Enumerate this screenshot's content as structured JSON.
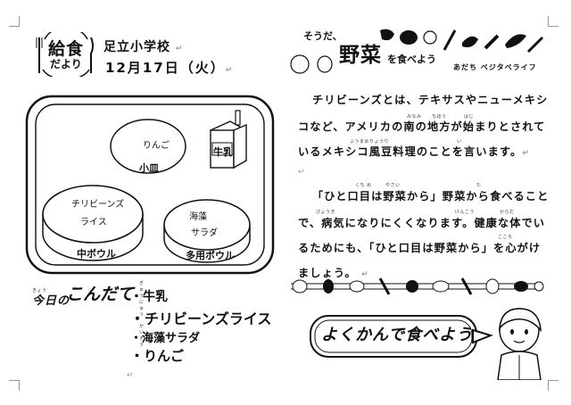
{
  "header": {
    "badge_title": "給食",
    "badge_subtitle": "だより",
    "school": "足立小学校",
    "date": "12月17日（火）"
  },
  "tray": {
    "apple": "りんご",
    "small_plate": "小皿",
    "milk": "牛乳",
    "rice": "チリビーンズ",
    "rice2": "ライス",
    "middle_bowl": "中ボウル",
    "seaweed": "海藻",
    "salad": "サラダ",
    "multi_bowl": "多用ボウル"
  },
  "menu": {
    "logo_kanji": "今日の",
    "logo_kana": "こんだて",
    "ruby_kyou": "きょう",
    "items": [
      "・牛乳",
      "・チリビーンズライス",
      "・海藻サラダ",
      "・りんご"
    ],
    "ruby_gyunyu": "ぎゅうにゅう",
    "ruby_kaiso": "かいそう"
  },
  "column": {
    "soda": "そうだ、",
    "title": "野菜",
    "wo": "を食べよう",
    "brand": "あだち ベジタベライフ",
    "para1": [
      "チリビーンズとは、テキサスやニューメキシ",
      "コなど、アメリカの南の地方が始まりとされて",
      "いるメキシコ風豆料理のことを言います。"
    ],
    "para2": [
      "「ひと口目は野菜から」野菜から食べること",
      "で、病気になりにくくなります。健康な体でい",
      "るためにも、「ひと口目は野菜から」を心がけ",
      "ましょう。"
    ],
    "ruby_minami": "みなみ",
    "ruby_chihou": "ちほう",
    "ruby_hajimari": "はじ",
    "ruby_fuumame": "ふうまめりょうり",
    "ruby_iimasu": "い",
    "ruby_kuchime": "くち め",
    "ruby_yasai": "やさい",
    "ruby_taberu": "た",
    "ruby_byouki": "びょうき",
    "ruby_kenkou": "けんこう",
    "ruby_karada": "からだ",
    "ruby_kokoro": "こころ",
    "slogan": "よくかんで食べよう"
  },
  "colors": {
    "ink": "#111111",
    "paper": "#ffffff",
    "gray": "#999999"
  }
}
